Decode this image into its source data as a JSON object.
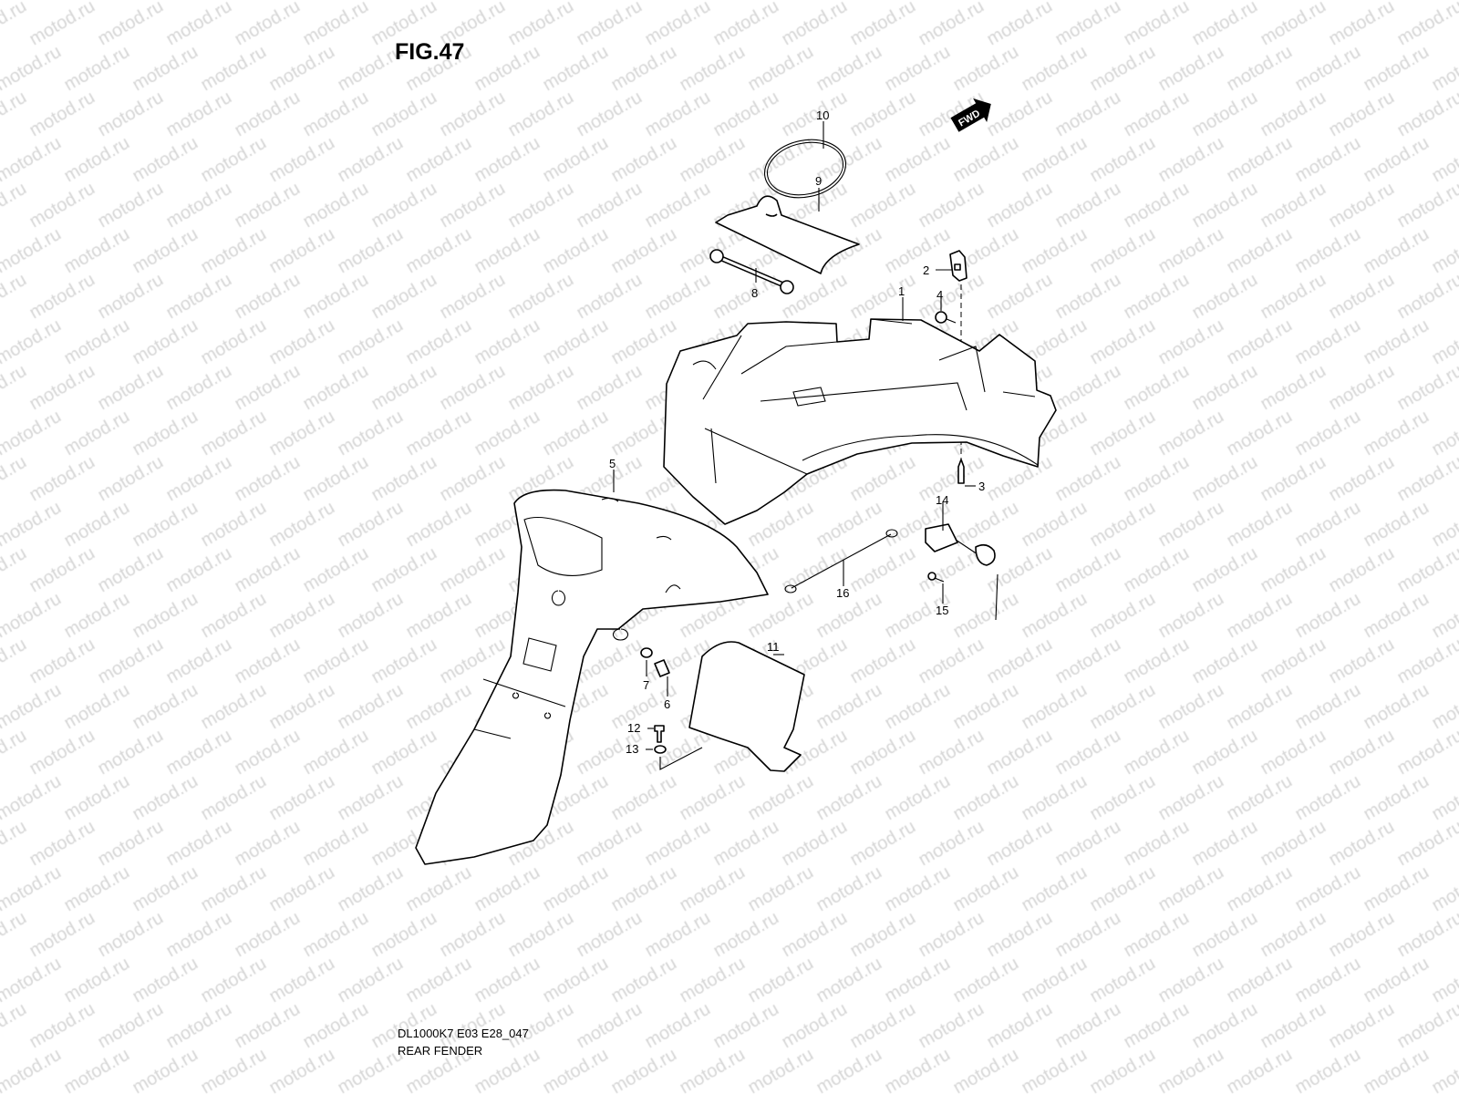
{
  "figure": {
    "title": "FIG.47",
    "code": "DL1000K7 E03 E28_047",
    "name": "REAR FENDER"
  },
  "watermark": "motod.ru",
  "fwd_label": "FWD",
  "callouts": [
    "1",
    "2",
    "3",
    "4",
    "5",
    "6",
    "7",
    "8",
    "9",
    "10",
    "11",
    "12",
    "13",
    "14",
    "15",
    "16"
  ],
  "colors": {
    "line": "#000000",
    "watermark": "#d6d6d6"
  }
}
